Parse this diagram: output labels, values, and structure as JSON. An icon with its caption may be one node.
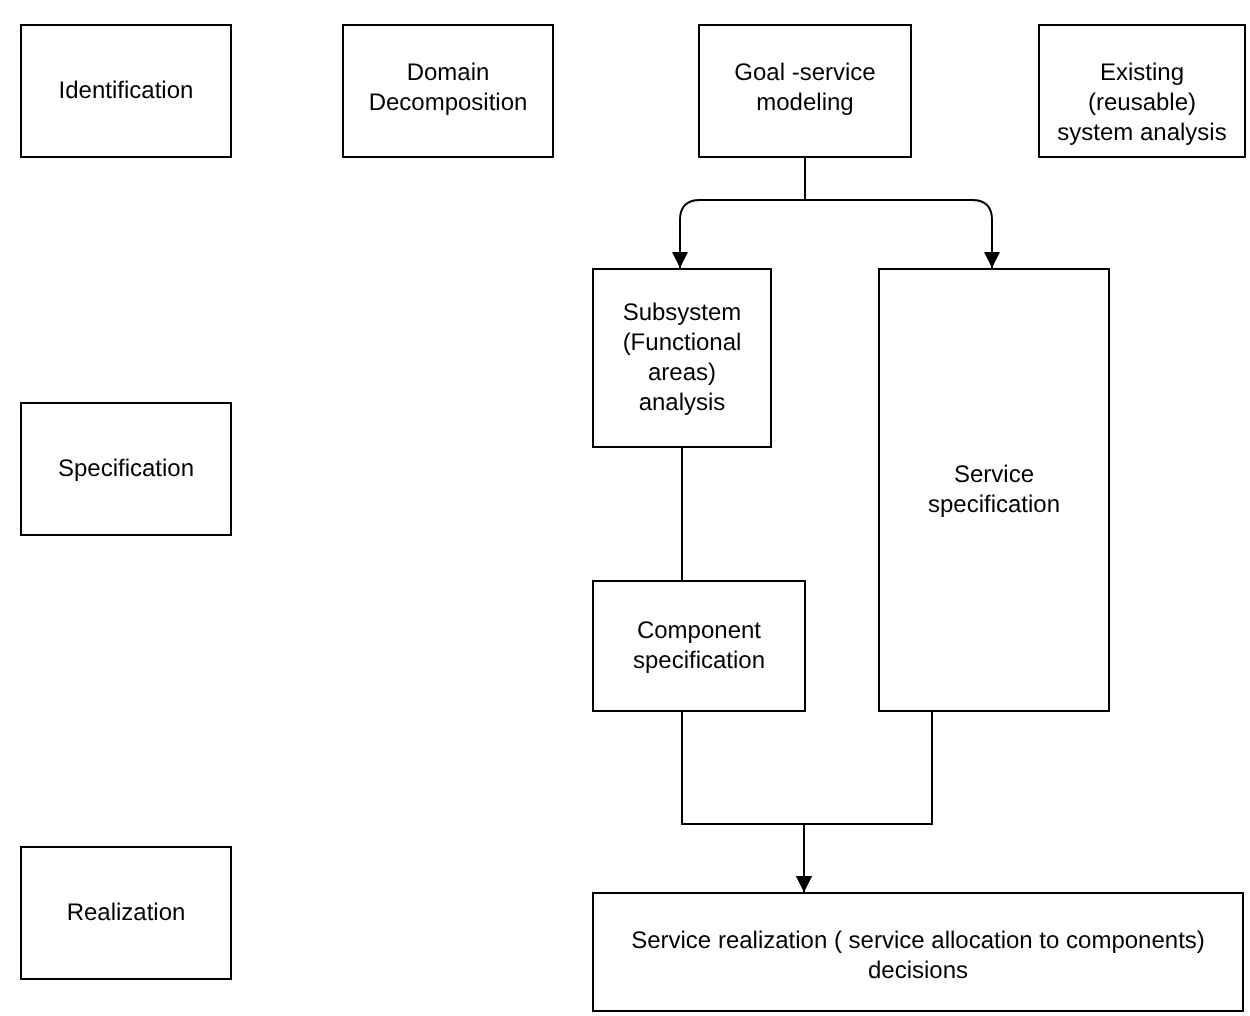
{
  "diagram": {
    "nodes": [
      {
        "text": [
          "Identification"
        ]
      },
      {
        "text": [
          "Domain Decomposition"
        ]
      },
      {
        "text": [
          "Goal -service modeling"
        ]
      },
      {
        "text": [
          "Existing (reusable) system analysis"
        ]
      },
      {
        "text": [
          "Specification"
        ]
      },
      {
        "text": [
          "Subsystem (Functional areas) analysis"
        ]
      },
      {
        "text": [
          "Service specification"
        ]
      },
      {
        "text": [
          "Component specification"
        ]
      },
      {
        "text": [
          "Realization"
        ]
      },
      {
        "text": [
          "Service realization ( service allocation to components) decisions"
        ]
      }
    ],
    "edges": [
      {
        "from": 2,
        "to": 5,
        "arrow": "to"
      },
      {
        "from": 2,
        "to": 6,
        "arrow": "to"
      },
      {
        "from": 5,
        "to": 7,
        "arrow": "none"
      },
      {
        "from": 7,
        "to": 9,
        "arrow": "to"
      },
      {
        "from": 6,
        "to": 9,
        "arrow": "to"
      }
    ]
  }
}
